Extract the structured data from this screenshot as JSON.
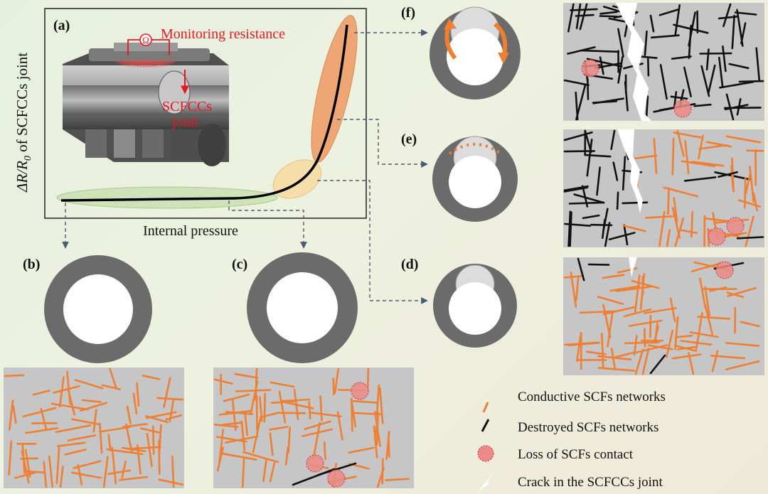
{
  "colors": {
    "conductive": "#ee7f33",
    "destroyed": "#111111",
    "loss_fill": "#eb8a86",
    "loss_stroke": "#d33a3a",
    "network_bg": "#c6c6c6",
    "ring": "#6b6b6b",
    "monitor_red": "#e3191f",
    "dash": "#4a5b74"
  },
  "panels": {
    "a": "(a)",
    "b": "(b)",
    "c": "(c)",
    "d": "(d)",
    "e": "(e)",
    "f": "(f)"
  },
  "graph": {
    "y_label_delta_r": "ΔR/R",
    "y_label_sub": "0",
    "y_label_rest": " of SCFCCs joint",
    "x_label": "Internal pressure",
    "monitor_label": "Monitoring resistance",
    "ohm_symbol": "Ω",
    "joint_label_1": "SCFCCs",
    "joint_label_2": "joint"
  },
  "legend": [
    {
      "icon": "conductive-line-icon",
      "text": "Conductive SCFs networks"
    },
    {
      "icon": "destroyed-line-icon",
      "text": "Destroyed SCFs networks"
    },
    {
      "icon": "loss-contact-icon",
      "text": "Loss of SCFs contact"
    },
    {
      "icon": "crack-icon",
      "text": "Crack in the SCFCCs joint"
    }
  ]
}
